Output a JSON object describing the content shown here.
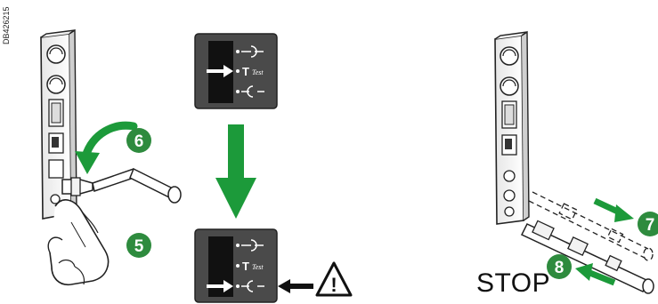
{
  "document": {
    "code": "DB426215"
  },
  "steps": {
    "step5": "5",
    "step6": "6",
    "step7": "7",
    "step8": "8"
  },
  "panel": {
    "test_label": "Test",
    "test_letter": "T"
  },
  "warning": {
    "stop_label": "STOP",
    "symbol": "!"
  },
  "colors": {
    "step_green": "#2e8b3e",
    "arrow_green": "#1c9a3a",
    "panel_dark": "#4a4a4a",
    "panel_black": "#111111",
    "outline": "#222222"
  }
}
